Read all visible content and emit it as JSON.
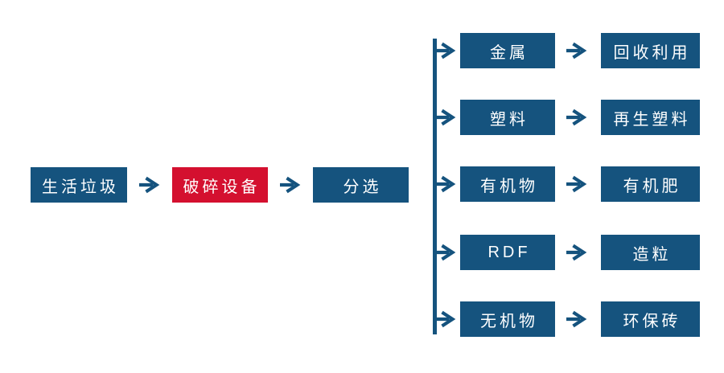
{
  "diagram": {
    "colors": {
      "box_blue": "#15537E",
      "box_red": "#D4102F",
      "arrow_blue": "#15537E",
      "text_white": "#FFFFFF"
    },
    "icons": {
      "connector": "arrow-right-icon"
    },
    "main_chain": [
      {
        "label": "生活垃圾"
      },
      {
        "label": "破碎设备"
      },
      {
        "label": "分选"
      }
    ],
    "branches": [
      {
        "source": "金属",
        "result": "回收利用"
      },
      {
        "source": "塑料",
        "result": "再生塑料"
      },
      {
        "source": "有机物",
        "result": "有机肥"
      },
      {
        "source": "RDF",
        "result": "造粒"
      },
      {
        "source": "无机物",
        "result": "环保砖"
      }
    ]
  }
}
